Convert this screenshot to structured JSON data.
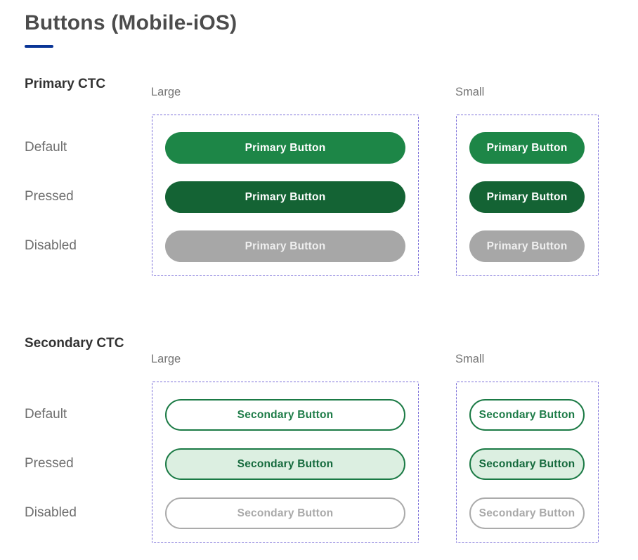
{
  "page": {
    "title": "Buttons (Mobile-iOS)"
  },
  "colors": {
    "title_text": "#4C4C4C",
    "title_accent": "#0A3596",
    "frame_dashed": "#7B6FD9",
    "primary_default_bg": "#1D8647",
    "primary_pressed_bg": "#146334",
    "primary_disabled_bg": "#A7A7A7",
    "secondary_border_green": "#1B7A45",
    "secondary_pressed_bg": "#DCEFE1",
    "secondary_disabled_gray": "#ABABAB"
  },
  "sections": [
    {
      "title": "Primary CTC",
      "size_labels": {
        "large": "Large",
        "small": "Small"
      },
      "states": [
        {
          "name": "Default",
          "button_label": "Primary Button"
        },
        {
          "name": "Pressed",
          "button_label": "Primary Button"
        },
        {
          "name": "Disabled",
          "button_label": "Primary Button"
        }
      ]
    },
    {
      "title": "Secondary CTC",
      "size_labels": {
        "large": "Large",
        "small": "Small"
      },
      "states": [
        {
          "name": "Default",
          "button_label": "Secondary Button"
        },
        {
          "name": "Pressed",
          "button_label": "Secondary Button"
        },
        {
          "name": "Disabled",
          "button_label": "Secondary Button"
        }
      ]
    }
  ]
}
